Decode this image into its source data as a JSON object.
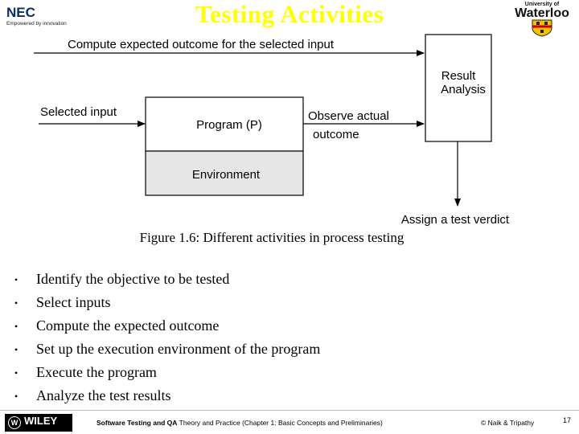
{
  "slide": {
    "title": "Testing Activities",
    "nec": {
      "word": "NEC",
      "tagline": "Empowered by innovation"
    },
    "uw": {
      "small": "University of",
      "big": "Waterloo"
    }
  },
  "diagram": {
    "compute_label": "Compute expected outcome for the selected input",
    "result_analysis_line1": "Result",
    "result_analysis_line2": "Analysis",
    "selected_input_label": "Selected input",
    "program_label": "Program (P)",
    "environment_label": "Environment",
    "observe_line1": "Observe actual",
    "observe_line2": "outcome",
    "verdict_label": "Assign a test verdict",
    "colors": {
      "environment_fill": "#e6e6e6",
      "box_stroke": "#000000"
    }
  },
  "caption": "Figure 1.6: Different activities in process testing",
  "bullets": [
    " Identify the objective to be tested",
    "Select inputs",
    "Compute the expected outcome",
    "Set up the execution environment of the program",
    "Execute the program",
    "Analyze the test results"
  ],
  "footer": {
    "publisher": "WILEY",
    "reference_bold": "Software Testing and QA",
    "reference_rest": " Theory and Practice (Chapter 1: Basic Concepts and Preliminaries)",
    "copyright": "© Naik & Tripathy",
    "page_number": "17"
  }
}
